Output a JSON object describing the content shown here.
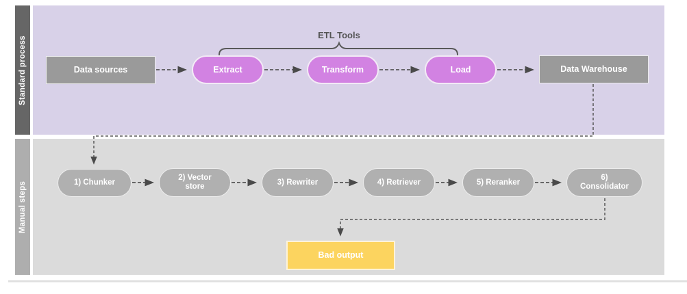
{
  "lanes": [
    {
      "label": "Standard process",
      "group_label": "ETL Tools",
      "nodes": [
        {
          "id": "data-sources",
          "label": "Data sources"
        },
        {
          "id": "extract",
          "label": "Extract"
        },
        {
          "id": "transform",
          "label": "Transform"
        },
        {
          "id": "load",
          "label": "Load"
        },
        {
          "id": "data-warehouse",
          "label": "Data Warehouse"
        }
      ]
    },
    {
      "label": "Manual steps",
      "nodes": [
        {
          "id": "chunker",
          "label": "1) Chunker"
        },
        {
          "id": "vector-store",
          "label": "2) Vector store"
        },
        {
          "id": "rewriter",
          "label": "3) Rewriter"
        },
        {
          "id": "retriever",
          "label": "4) Retriever"
        },
        {
          "id": "reranker",
          "label": "5) Reranker"
        },
        {
          "id": "consolidator",
          "label": "6) Consolidator"
        }
      ],
      "output": {
        "id": "bad-output",
        "label": "Bad output"
      }
    }
  ],
  "colors": {
    "standard_lane_bg": "#d8d1e8",
    "standard_lane_label_bg": "#666666",
    "manual_lane_bg": "#dbdbdb",
    "manual_lane_label_bg": "#aeaeae",
    "rect_node_bg": "#9a9a9a",
    "etl_pill_bg": "#d282e2",
    "manual_pill_bg": "#b0b0b0",
    "output_node_bg": "#fcd45f",
    "connector_stroke": "#565656",
    "node_text": "#ffffff",
    "group_label_text": "#545454"
  }
}
